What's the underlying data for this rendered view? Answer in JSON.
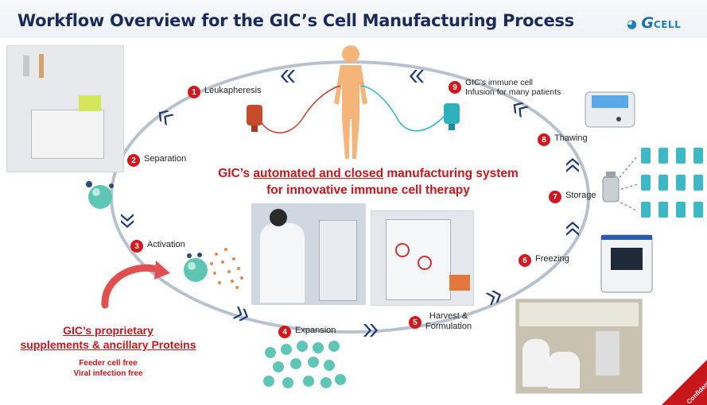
{
  "title": "Workflow Overview for the GIC’s Cell Manufacturing Process",
  "logo": {
    "g": "G",
    "rest": "CELL"
  },
  "steps": [
    {
      "num": "1",
      "label": "Leukapheresis"
    },
    {
      "num": "2",
      "label": "Separation"
    },
    {
      "num": "3",
      "label": "Activation"
    },
    {
      "num": "4",
      "label": "Expansion"
    },
    {
      "num": "5",
      "label": "Harvest &\nFormulation"
    },
    {
      "num": "6",
      "label": "Freezing"
    },
    {
      "num": "7",
      "label": "Storage"
    },
    {
      "num": "8",
      "label": "Thawing"
    },
    {
      "num": "9",
      "label": "GIC’s immune cell\nInfusion for many patients"
    }
  ],
  "headline": {
    "line1_prefix": "GIC’s ",
    "line1_underlined": "automated and closed",
    "line1_suffix": " manufacturing system",
    "line2": "for innovative immune cell therapy"
  },
  "proprietary": {
    "line1": "GIC’s proprietary",
    "line2": "supplements & ancillary Proteins",
    "sub1": "Feeder cell free",
    "sub2": "Viral infection free"
  },
  "confidential": "Confidential",
  "colors": {
    "accent_red": "#c8161d",
    "navy": "#1a2a5a",
    "chevron": "#1e3a7a",
    "body": "#f5b57a"
  },
  "icons": [
    "human-body-icon",
    "blood-bag-icon",
    "cell-icon",
    "chevron-icon",
    "freezer-icon",
    "vial-icon",
    "curved-arrow-icon"
  ]
}
